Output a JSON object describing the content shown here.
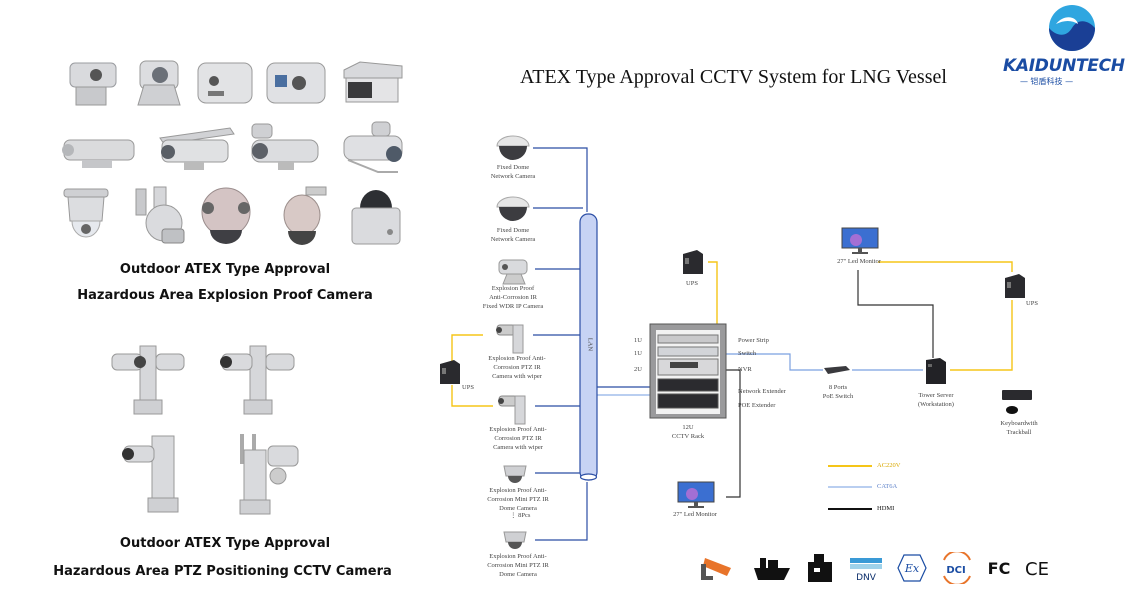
{
  "title": "ATEX Type Approval CCTV System for LNG Vessel",
  "brand": {
    "name": "KAIDUNTECH",
    "subtitle": "— 铠盾科技 —",
    "colors": {
      "primary": "#1a4ca3",
      "accent": "#2fa6e0"
    }
  },
  "products": {
    "explosion_proof": {
      "caption_line1": "Outdoor ATEX Type Approval",
      "caption_line2": "Hazardous Area Explosion Proof Camera",
      "images": [
        "bullet-housing-camera",
        "mini-housing-camera",
        "box-housing-camera",
        "thermal-housing-camera",
        "ptz-housing-camera",
        "tube-bullet-camera",
        "sunshield-bullet-camera",
        "ir-bullet-camera",
        "ir-housing-camera",
        "pendant-dome-camera",
        "wall-ptz-dome-camera",
        "pink-ptz-dome-camera",
        "speed-dome-camera",
        "square-dome-camera"
      ]
    },
    "ptz_positioning": {
      "caption_line1": "Outdoor ATEX Type Approval",
      "caption_line2": "Hazardous Area PTZ Positioning CCTV Camera",
      "images": [
        "dual-ptz-camera-a",
        "dual-ptz-camera-b",
        "single-ptz-camera",
        "ptz-camera-with-wiper"
      ]
    }
  },
  "diagram": {
    "lan_label": "LAN",
    "cameras": [
      {
        "label_lines": [
          "Fixed Dome",
          "Network Camera"
        ]
      },
      {
        "label_lines": [
          "Fixed Dome",
          "Network Camera"
        ]
      },
      {
        "label_lines": [
          "Explosion Proof",
          "Anti-Corrosion IR",
          "Fixed WDR IP Camera"
        ]
      },
      {
        "label_lines": [
          "Explosion Proof Anti-",
          "Corrosion PTZ IR",
          "Camera with wiper"
        ]
      },
      {
        "label_lines": [
          "Explosion Proof Anti-",
          "Corrosion PTZ IR",
          "Camera with wiper"
        ]
      },
      {
        "label_lines": [
          "Explosion Proof Anti-",
          "Corrosion Mini PTZ IR",
          "Dome Camera"
        ]
      },
      {
        "label_lines": [
          "Explosion Proof Anti-",
          "Corrosion Mini PTZ IR",
          "Dome Camera"
        ]
      }
    ],
    "camera_count_note": "8Pcs",
    "ups_left": "UPS",
    "ups_rack": "UPS",
    "ups_right": "UPS",
    "rack": {
      "units": [
        "1U",
        "1U",
        "2U"
      ],
      "components": [
        "Power Strip",
        "Switch",
        "NVR",
        "Network Extender",
        "POE Extender"
      ],
      "label_lines": [
        "12U",
        "CCTV Rack"
      ]
    },
    "poe_switch": [
      "8 Ports",
      "PoE Switch"
    ],
    "server": [
      "Tower Server",
      "(Workstation)"
    ],
    "monitor_top": "27\" Led Monitor",
    "monitor_bottom": "27\" Led Monitor",
    "keyboard": [
      "Keyboardwith",
      "Trackball"
    ],
    "legend": [
      {
        "label": "AC220V",
        "color": "#f5c518"
      },
      {
        "label": "CAT6A",
        "color": "#8fb0e8"
      },
      {
        "label": "HDMI",
        "color": "#111111"
      }
    ]
  },
  "certifications": [
    "cctv-icon",
    "ship-icon",
    "factory-icon",
    "DNV",
    "Ex",
    "DCI",
    "FC",
    "CE"
  ]
}
